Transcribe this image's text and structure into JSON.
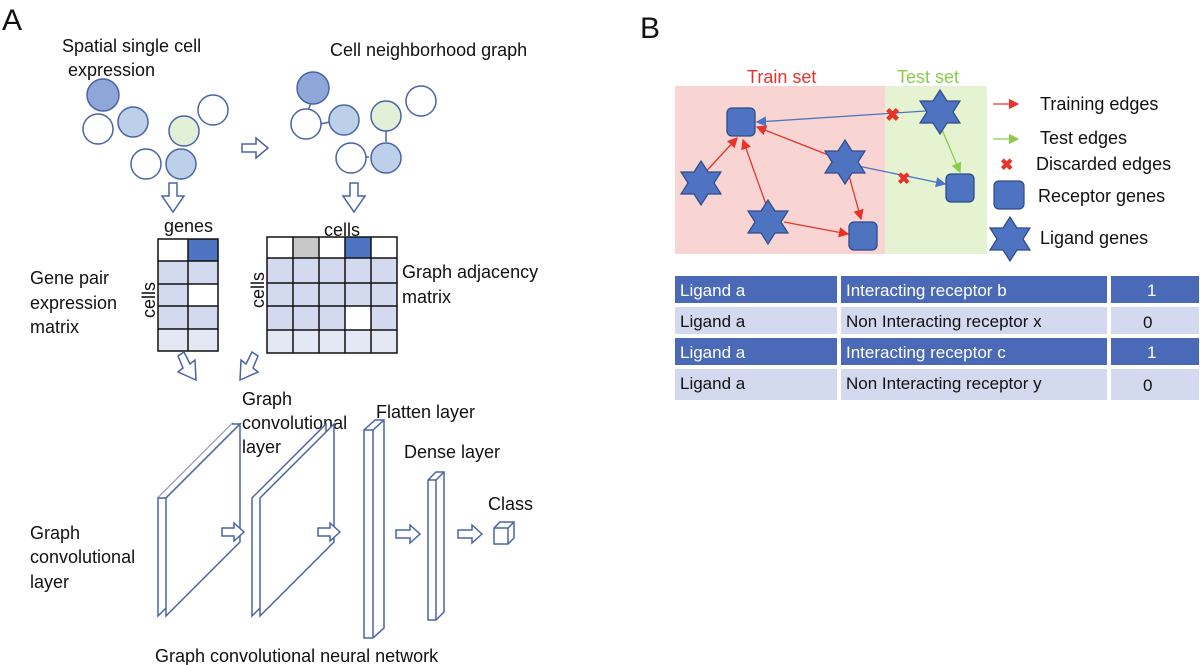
{
  "panel_a": {
    "panel_label": "A",
    "spatial_title_1": "Spatial single cell",
    "spatial_title_2": "expression",
    "graph_title": "Cell neighborhood graph",
    "genes_label": "genes",
    "cells_label_top": "cells",
    "cells_label_left_expr": "cells",
    "cells_label_left_adj": "cells",
    "expr_matrix_1": "Gene pair",
    "expr_matrix_2": "expression",
    "expr_matrix_3": "matrix",
    "adj_matrix_1": "Graph adjacency",
    "adj_matrix_2": "matrix",
    "gcl_top_1": "Graph",
    "gcl_top_2": "convolutional",
    "gcl_top_3": "layer",
    "flatten_label": "Flatten layer",
    "dense_label": "Dense layer",
    "class_label": "Class",
    "gcl_left_1": "Graph",
    "gcl_left_2": "convolutional",
    "gcl_left_3": "layer",
    "network_caption": "Graph convolutional neural network"
  },
  "panel_b": {
    "panel_label": "B",
    "train_set": "Train set",
    "test_set": "Test set",
    "legend": {
      "training_edges": "Training edges",
      "test_edges": "Test edges",
      "discarded_edges": "Discarded edges",
      "receptor_genes": "Receptor genes",
      "ligand_genes": "Ligand genes"
    },
    "table": [
      {
        "ligand": "Ligand a",
        "receptor": "Interacting receptor b",
        "label": "1"
      },
      {
        "ligand": "Ligand a",
        "receptor": "Non Interacting receptor x",
        "label": "0"
      },
      {
        "ligand": "Ligand a",
        "receptor": "Interacting receptor c",
        "label": "1"
      },
      {
        "ligand": "Ligand a",
        "receptor": "Non Interacting receptor y",
        "label": "0"
      }
    ]
  },
  "colors": {
    "cell_dark": "#8fa6d8",
    "cell_mid": "#bcd0ea",
    "cell_green": "#e3f0d8",
    "outline_blue": "#4a63a8",
    "node_blue": "#4e73c0",
    "train_bg": "#f8d5d2",
    "test_bg": "#e6f3d3",
    "train_text": "#e8332a",
    "test_text": "#8ccc4a",
    "table_dark": "#4a6ab8",
    "table_light": "#d3d9ee"
  }
}
